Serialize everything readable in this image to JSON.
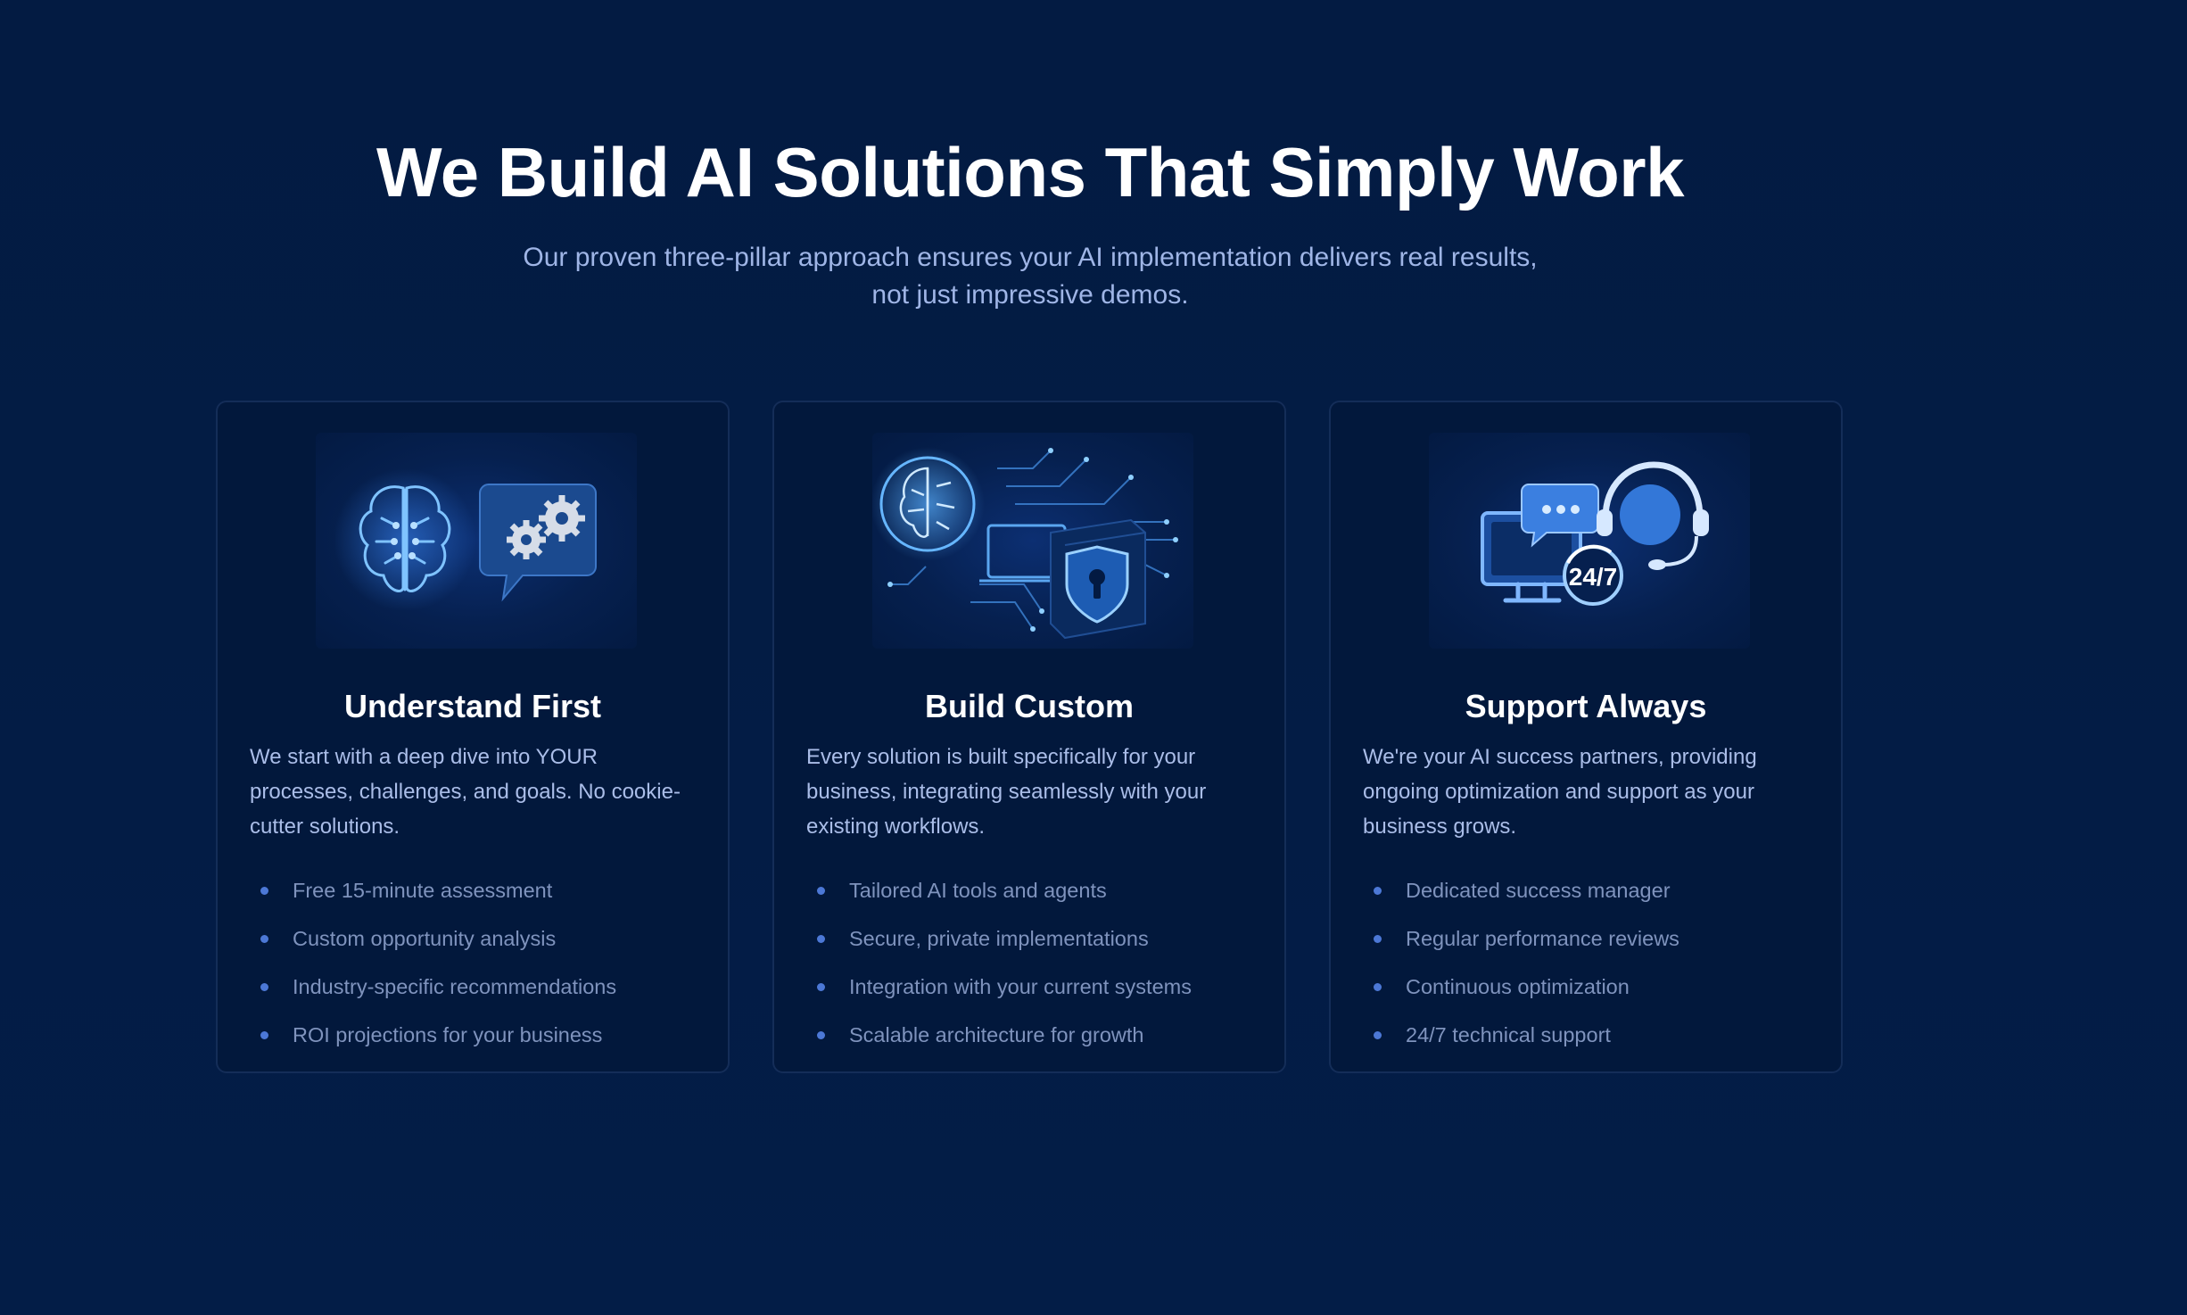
{
  "hero": {
    "title": "We Build AI Solutions That Simply Work",
    "subtitle": "Our proven three-pillar approach ensures your AI implementation delivers real results, not just impressive demos."
  },
  "cards": [
    {
      "icon": "brain-gears-icon",
      "title": "Understand First",
      "description": "We start with a deep dive into YOUR processes, challenges, and goals. No cookie-cutter solutions.",
      "items": [
        "Free 15-minute assessment",
        "Custom opportunity analysis",
        "Industry-specific recommendations",
        "ROI projections for your business"
      ]
    },
    {
      "icon": "circuit-shield-icon",
      "title": "Build Custom",
      "description": "Every solution is built specifically for your business, integrating seamlessly with your existing workflows.",
      "items": [
        "Tailored AI tools and agents",
        "Secure, private implementations",
        "Integration with your current systems",
        "Scalable architecture for growth"
      ]
    },
    {
      "icon": "support-headset-icon",
      "title": "Support Always",
      "description": "We're your AI success partners, providing ongoing optimization and support as your business grows.",
      "art_label": "24/7",
      "items": [
        "Dedicated success manager",
        "Regular performance reviews",
        "Continuous optimization",
        "24/7 technical support"
      ]
    }
  ],
  "colors": {
    "background": "#031c44",
    "card": "#02183c",
    "accent": "#4c78d6",
    "subtitle": "#9fb5e6"
  }
}
